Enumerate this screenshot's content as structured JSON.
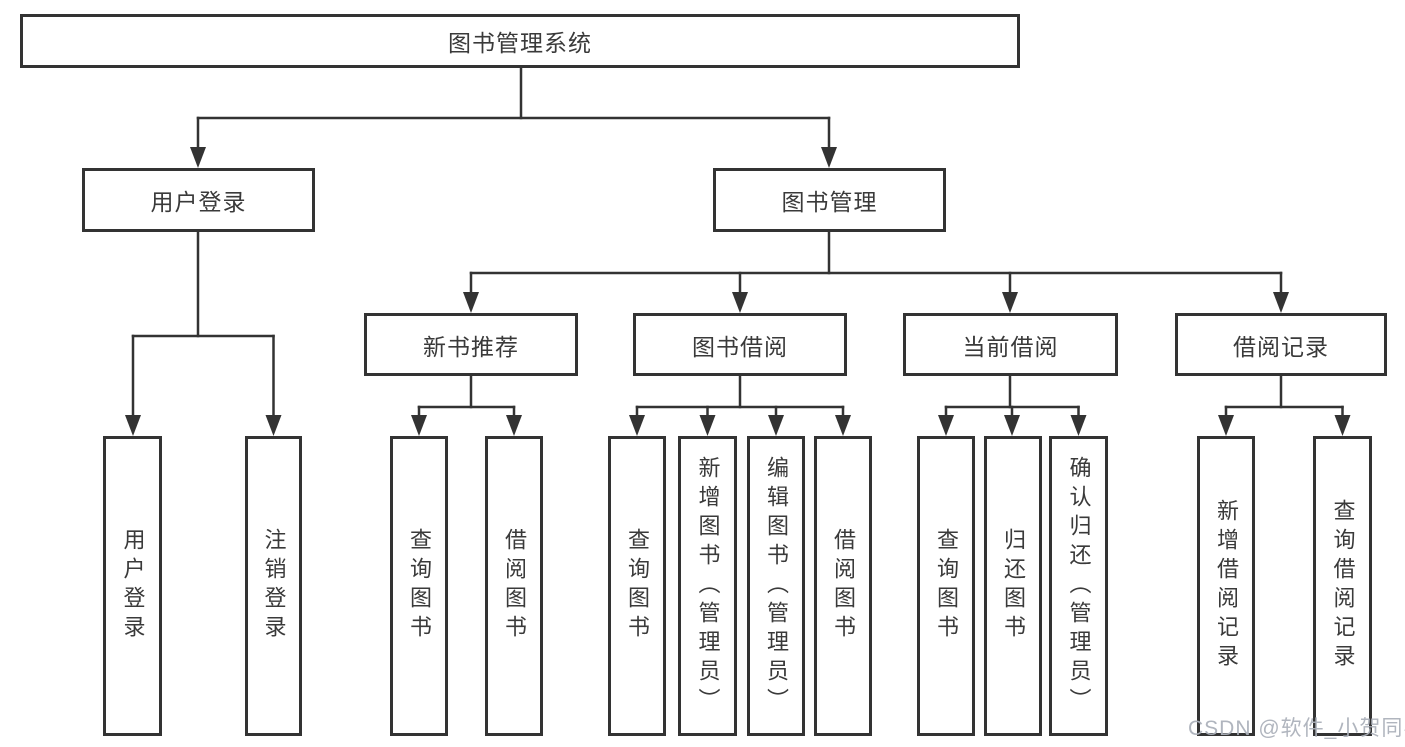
{
  "colors": {
    "line": "#333333",
    "box_border": "#333333",
    "text": "#3a3a3a",
    "background": "#ffffff",
    "watermark": "#acb1ba"
  },
  "watermark": "CSDN @软件_小贺同学",
  "tree": {
    "root": {
      "label": "图书管理系统"
    },
    "branches": [
      {
        "label": "用户登录",
        "children": [
          {
            "label": "用户登录"
          },
          {
            "label": "注销登录"
          }
        ]
      },
      {
        "label": "图书管理",
        "groups": [
          {
            "label": "新书推荐",
            "children": [
              {
                "label": "查询图书"
              },
              {
                "label": "借阅图书"
              }
            ]
          },
          {
            "label": "图书借阅",
            "children": [
              {
                "label": "查询图书"
              },
              {
                "label": "新增图书（管理员）"
              },
              {
                "label": "编辑图书（管理员）"
              },
              {
                "label": "借阅图书"
              }
            ]
          },
          {
            "label": "当前借阅",
            "children": [
              {
                "label": "查询图书"
              },
              {
                "label": "归还图书"
              },
              {
                "label": "确认归还（管理员）"
              }
            ]
          },
          {
            "label": "借阅记录",
            "children": [
              {
                "label": "新增借阅记录"
              },
              {
                "label": "查询借阅记录"
              }
            ]
          }
        ]
      }
    ]
  }
}
